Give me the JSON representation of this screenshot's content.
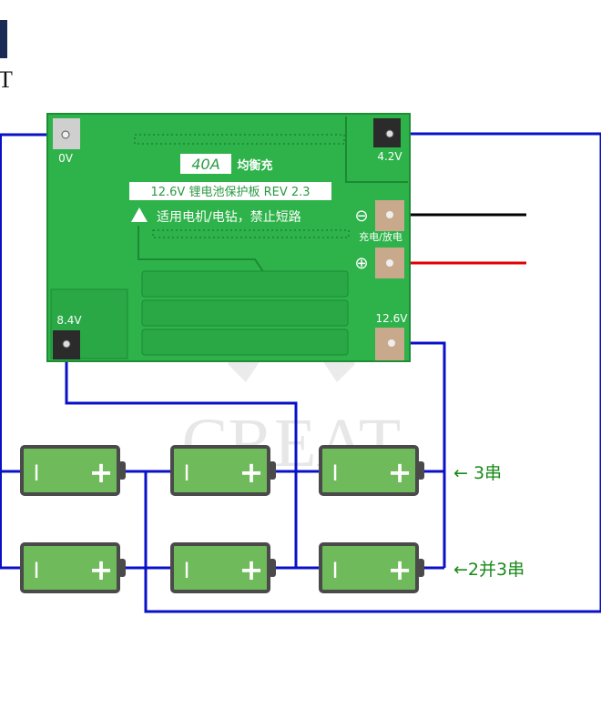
{
  "logo": {
    "text": "T"
  },
  "watermark": {
    "text": "CREAT"
  },
  "board": {
    "badge_current": "40A",
    "badge_mode": "均衡充",
    "title": "12.6V 锂电池保护板 REV 2.3",
    "warning": "适用电机/电钻，禁止短路",
    "pads": {
      "p0v": "0V",
      "p42v": "4.2V",
      "p84v": "8.4V",
      "p126v": "12.6V"
    },
    "charge_discharge": "充电/放电",
    "minus_symbol": "⊖",
    "plus_symbol": "⊕"
  },
  "labels": {
    "series": "← 3串",
    "parallel_series": "←2并3串"
  },
  "battery": {
    "minus": "I",
    "plus": "+"
  },
  "colors": {
    "wire": "#0a10c8",
    "pcb": "#2eb24a",
    "battery_fill": "#6fba5a",
    "battery_border": "#4a4a4a",
    "label": "#1a8a1a",
    "neg_wire": "#000000",
    "pos_wire": "#e00000"
  }
}
